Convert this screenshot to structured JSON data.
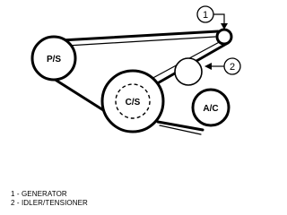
{
  "pulleys": {
    "power_steering": "P/S",
    "crankshaft": "C/S",
    "ac_compressor": "A/C",
    "callout_1": "1",
    "callout_2": "2"
  },
  "legend": [
    "1 - GENERATOR",
    "2 - IDLER/TENSIONER"
  ]
}
